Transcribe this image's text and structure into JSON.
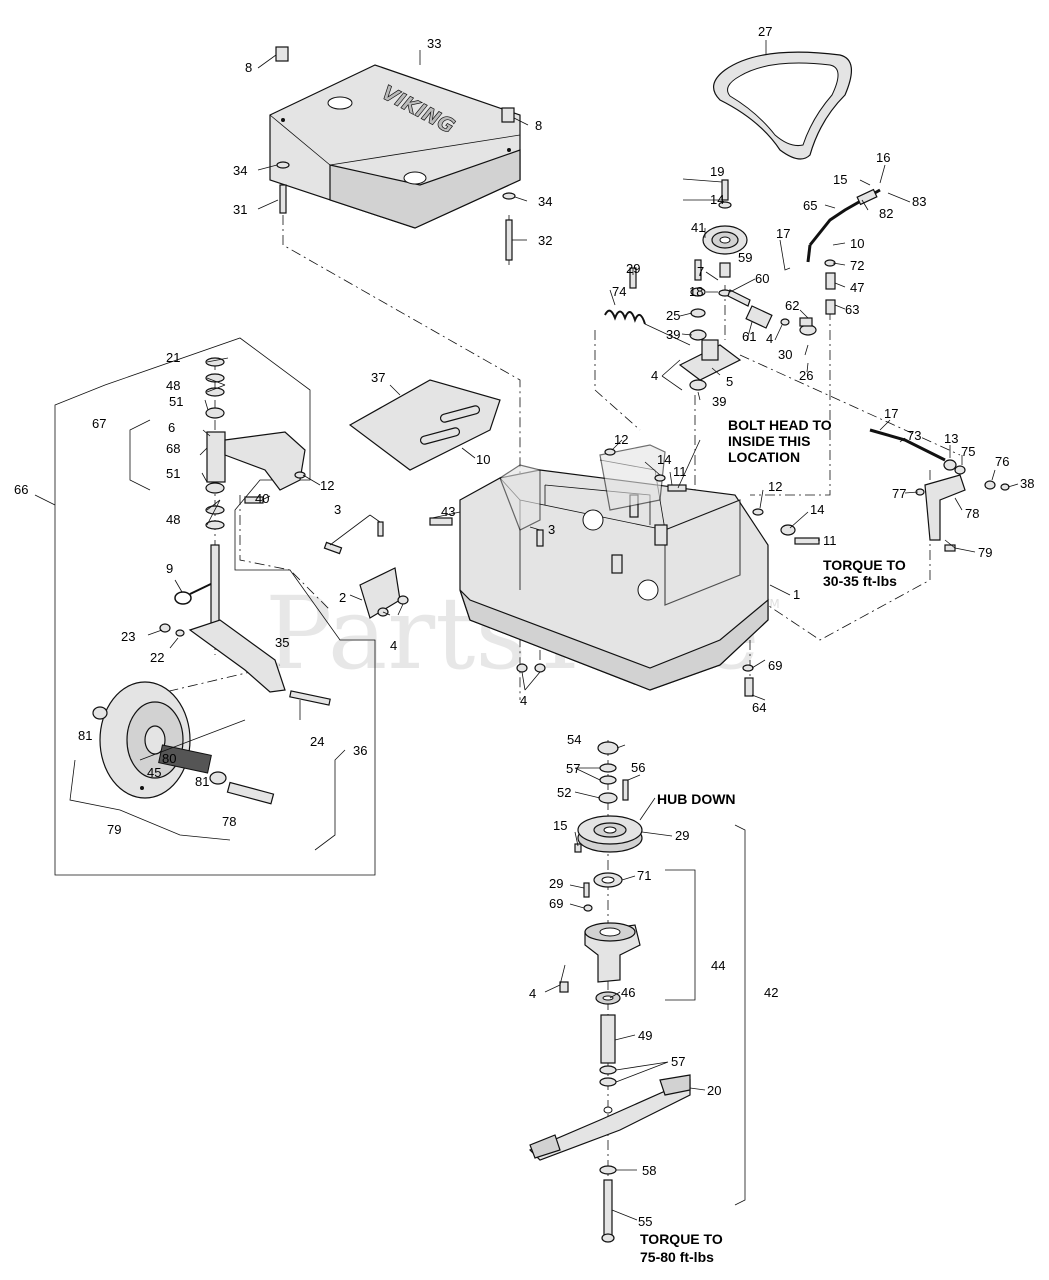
{
  "callouts": {
    "c1": "1",
    "c2": "2",
    "c3": "3",
    "c3b": "3",
    "c4a": "4",
    "c4b": "4",
    "c4c": "4",
    "c4d": "4",
    "c4e": "4",
    "c5": "5",
    "c6": "6",
    "c7": "7",
    "c8a": "8",
    "c8b": "8",
    "c9": "9",
    "c10a": "10",
    "c10b": "10",
    "c11a": "11",
    "c11b": "11",
    "c12a": "12",
    "c12b": "12",
    "c12c": "12",
    "c13": "13",
    "c14a": "14",
    "c14b": "14",
    "c14c": "14",
    "c15a": "15",
    "c15b": "15",
    "c16": "16",
    "c17a": "17",
    "c17b": "17",
    "c18": "18",
    "c19": "19",
    "c20": "20",
    "c21": "21",
    "c22": "22",
    "c23": "23",
    "c24": "24",
    "c25": "25",
    "c26": "26",
    "c27": "27",
    "c29a": "29",
    "c29b": "29",
    "c29c": "29",
    "c30": "30",
    "c31": "31",
    "c32": "32",
    "c33": "33",
    "c34a": "34",
    "c34b": "34",
    "c35": "35",
    "c36": "36",
    "c37": "37",
    "c38": "38",
    "c39a": "39",
    "c39b": "39",
    "c40": "40",
    "c41": "41",
    "c42": "42",
    "c43": "43",
    "c44": "44",
    "c45": "45",
    "c46": "46",
    "c47": "47",
    "c48a": "48",
    "c48b": "48",
    "c49": "49",
    "c51a": "51",
    "c51b": "51",
    "c52": "52",
    "c54": "54",
    "c55": "55",
    "c56": "56",
    "c57a": "57",
    "c57b": "57",
    "c58": "58",
    "c59": "59",
    "c60": "60",
    "c61": "61",
    "c62": "62",
    "c63": "63",
    "c64": "64",
    "c65": "65",
    "c66": "66",
    "c67": "67",
    "c68": "68",
    "c69a": "69",
    "c69b": "69",
    "c71": "71",
    "c72": "72",
    "c73": "73",
    "c74": "74",
    "c75": "75",
    "c76": "76",
    "c77": "77",
    "c78a": "78",
    "c78b": "78",
    "c79a": "79",
    "c79b": "79",
    "c80": "80",
    "c81a": "81",
    "c81b": "81",
    "c82": "82",
    "c83": "83"
  },
  "notes": {
    "bolt_head_1": "BOLT HEAD TO",
    "bolt_head_2": "INSIDE THIS",
    "bolt_head_3": "LOCATION",
    "torque_a_1": "TORQUE TO",
    "torque_a_2": "30-35 ft-lbs",
    "hub_down": "HUB DOWN",
    "torque_b_1": "TORQUE TO",
    "torque_b_2": "75-80 ft-lbs"
  },
  "cover_logo": "VIKING",
  "watermark": {
    "text": "PartsTree",
    "tm": "TM"
  },
  "colors": {
    "line": "#111111",
    "fill": "#e4e4e4",
    "background": "#ffffff"
  }
}
